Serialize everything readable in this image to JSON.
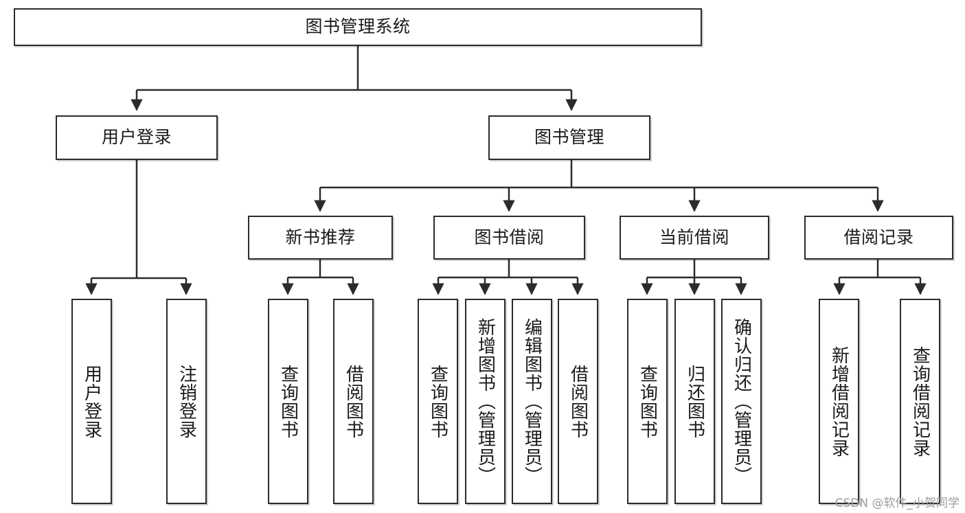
{
  "diagram": {
    "title": "图书管理系统",
    "type": "tree",
    "watermark": "CSDN @软件_小贺同学",
    "colors": {
      "box_border": "#2b2b2b",
      "box_fill": "#ffffff",
      "edge": "#2b2b2b",
      "text": "#1a1a1a",
      "watermark": "#9b9b9b"
    },
    "levels": {
      "root": [
        "图书管理系统"
      ],
      "level2": [
        "用户登录",
        "图书管理"
      ],
      "level3": [
        "新书推荐",
        "图书借阅",
        "当前借阅",
        "借阅记录"
      ],
      "leaves": [
        "用户登录",
        "注销登录",
        "查询图书",
        "借阅图书",
        "查询图书",
        "新增图书（管理员）",
        "编辑图书（管理员）",
        "借阅图书",
        "查询图书",
        "归还图书",
        "确认归还（管理员）",
        "新增借阅记录",
        "查询借阅记录"
      ]
    },
    "nodes": {
      "root": {
        "label": "图书管理系统"
      },
      "user_login": {
        "label": "用户登录"
      },
      "book_manage": {
        "label": "图书管理"
      },
      "new_book_rec": {
        "label": "新书推荐"
      },
      "book_borrow": {
        "label": "图书借阅"
      },
      "current_borrow": {
        "label": "当前借阅"
      },
      "borrow_record": {
        "label": "借阅记录"
      },
      "leaf_user_login": {
        "label": "用户登录"
      },
      "leaf_logout": {
        "label": "注销登录"
      },
      "leaf_rec_query": {
        "label": "查询图书"
      },
      "leaf_rec_borrow": {
        "label": "借阅图书"
      },
      "leaf_bb_query": {
        "label": "查询图书"
      },
      "leaf_bb_add": {
        "label": "新增图书（管理员）"
      },
      "leaf_bb_edit": {
        "label": "编辑图书（管理员）"
      },
      "leaf_bb_borrow": {
        "label": "借阅图书"
      },
      "leaf_cb_query": {
        "label": "查询图书"
      },
      "leaf_cb_return": {
        "label": "归还图书"
      },
      "leaf_cb_confirm": {
        "label": "确认归还（管理员）"
      },
      "leaf_br_add": {
        "label": "新增借阅记录"
      },
      "leaf_br_query": {
        "label": "查询借阅记录"
      }
    },
    "edges": [
      {
        "from": "图书管理系统",
        "to": "用户登录"
      },
      {
        "from": "图书管理系统",
        "to": "图书管理"
      },
      {
        "from": "用户登录",
        "to": "用户登录"
      },
      {
        "from": "用户登录",
        "to": "注销登录"
      },
      {
        "from": "图书管理",
        "to": "新书推荐"
      },
      {
        "from": "图书管理",
        "to": "图书借阅"
      },
      {
        "from": "图书管理",
        "to": "当前借阅"
      },
      {
        "from": "图书管理",
        "to": "借阅记录"
      },
      {
        "from": "新书推荐",
        "to": "查询图书"
      },
      {
        "from": "新书推荐",
        "to": "借阅图书"
      },
      {
        "from": "图书借阅",
        "to": "查询图书"
      },
      {
        "from": "图书借阅",
        "to": "新增图书（管理员）"
      },
      {
        "from": "图书借阅",
        "to": "编辑图书（管理员）"
      },
      {
        "from": "图书借阅",
        "to": "借阅图书"
      },
      {
        "from": "当前借阅",
        "to": "查询图书"
      },
      {
        "from": "当前借阅",
        "to": "归还图书"
      },
      {
        "from": "当前借阅",
        "to": "确认归还（管理员）"
      },
      {
        "from": "借阅记录",
        "to": "新增借阅记录"
      },
      {
        "from": "借阅记录",
        "to": "查询借阅记录"
      }
    ]
  }
}
